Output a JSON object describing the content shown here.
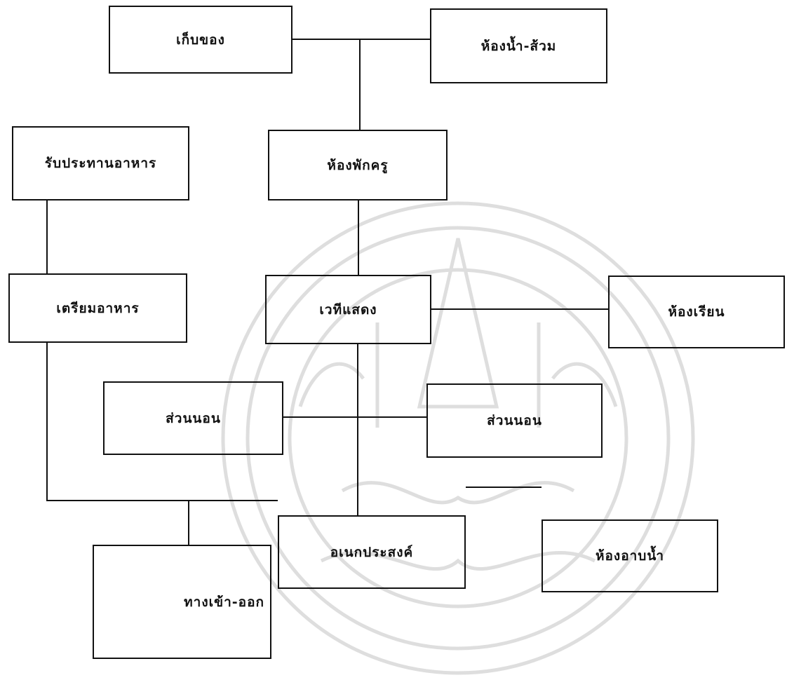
{
  "diagram": {
    "nodes": {
      "storage": "เก็บของ",
      "restroom": "ห้องน้ำ-ส้วม",
      "dining": "รับประทานอาหาร",
      "teacher_room": "ห้องพักครู",
      "food_prep": "เตรียมอาหาร",
      "stage": "เวทีแสดง",
      "classroom": "ห้องเรียน",
      "sleep_left": "ส่วนนอน",
      "sleep_right": "ส่วนนอน",
      "multipurpose": "อเนกประสงค์",
      "bathroom": "ห้องอาบน้ำ",
      "entrance": "ทางเข้า-ออก"
    },
    "connections": [
      [
        "storage",
        "restroom"
      ],
      [
        "restroom",
        "teacher_room"
      ],
      [
        "teacher_room",
        "stage"
      ],
      [
        "stage",
        "classroom"
      ],
      [
        "stage",
        "multipurpose"
      ],
      [
        "sleep_left",
        "sleep_right"
      ],
      [
        "dining",
        "food_prep"
      ],
      [
        "food_prep",
        "multipurpose"
      ],
      [
        "multipurpose",
        "bathroom"
      ],
      [
        "multipurpose",
        "entrance"
      ]
    ]
  },
  "watermark": {
    "kind": "university-seal",
    "color": "#dcdcdc"
  }
}
